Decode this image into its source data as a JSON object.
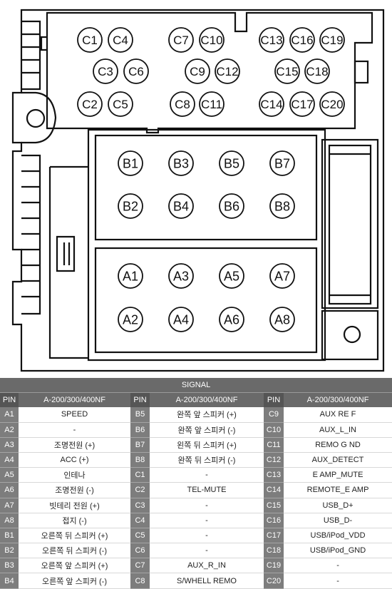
{
  "pins_c": [
    [
      "C1",
      "C4"
    ],
    [
      "C7",
      "C10"
    ],
    [
      "C13",
      "C16",
      "C19"
    ],
    [
      "C3",
      "C6"
    ],
    [
      "C9",
      "C12"
    ],
    [
      "C15",
      "C18"
    ],
    [
      "C2",
      "C5"
    ],
    [
      "C8",
      "C11"
    ],
    [
      "C14",
      "C17",
      "C20"
    ]
  ],
  "pins_b": [
    [
      "B1",
      "B3",
      "B5",
      "B7"
    ],
    [
      "B2",
      "B4",
      "B6",
      "B8"
    ]
  ],
  "pins_a": [
    [
      "A1",
      "A3",
      "A5",
      "A7"
    ],
    [
      "A2",
      "A4",
      "A6",
      "A8"
    ]
  ],
  "table": {
    "title": "SIGNAL",
    "headers": [
      "PIN",
      "A-200/300/400NF",
      "PIN",
      "A-200/300/400NF",
      "PIN",
      "A-200/300/400NF"
    ],
    "rows": [
      [
        "A1",
        "SPEED",
        "B5",
        "완쪽 앞 스피커 (+)",
        "C9",
        "AUX RE F"
      ],
      [
        "A2",
        "-",
        "B6",
        "완쪽 앞 스피커 (-)",
        "C10",
        "AUX_L_IN"
      ],
      [
        "A3",
        "조명전원 (+)",
        "B7",
        "왼쪽 뒤 스피커 (+)",
        "C11",
        "REMO G ND"
      ],
      [
        "A4",
        "ACC (+)",
        "B8",
        "완쪽 뒤 스피커 (-)",
        "C12",
        "AUX_DETECT"
      ],
      [
        "A5",
        "인테나",
        "C1",
        "-",
        "C13",
        "E AMP_MUTE"
      ],
      [
        "A6",
        "조명전원 (-)",
        "C2",
        "TEL-MUTE",
        "C14",
        "REMOTE_E AMP"
      ],
      [
        "A7",
        "빗테리 전원 (+)",
        "C3",
        "-",
        "C15",
        "USB_D+"
      ],
      [
        "A8",
        "접지 (-)",
        "C4",
        "-",
        "C16",
        "USB_D-"
      ],
      [
        "B1",
        "오른쪽 뒤 스피커 (+)",
        "C5",
        "-",
        "C17",
        "USB/iPod_VDD"
      ],
      [
        "B2",
        "오른쪽 뒤 스피커 (-)",
        "C6",
        "-",
        "C18",
        "USB/iPod_GND"
      ],
      [
        "B3",
        "오른쪽 앞 스피커 (+)",
        "C7",
        "AUX_R_IN",
        "C19",
        "-"
      ],
      [
        "B4",
        "오른쪽 앞 스피커 (-)",
        "C8",
        "S/WHELL REMO",
        "C20",
        "-"
      ]
    ]
  }
}
